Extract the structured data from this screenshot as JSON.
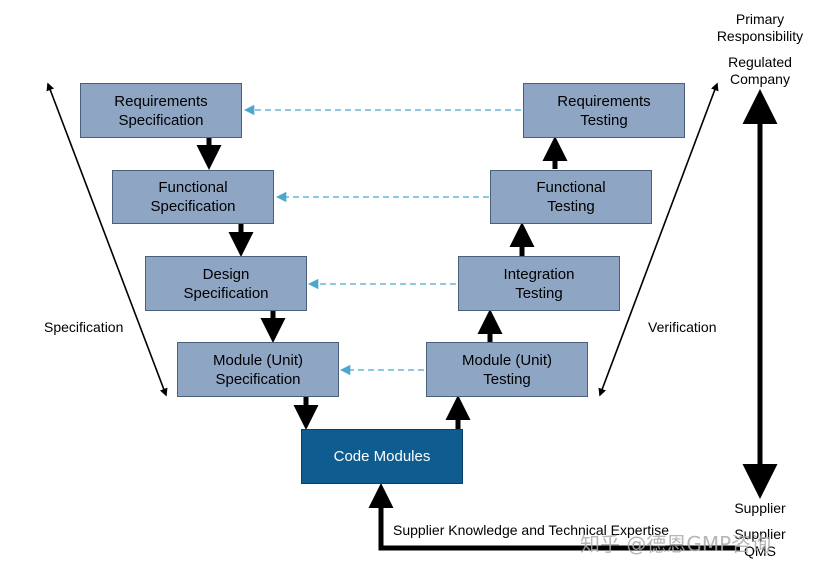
{
  "left_boxes": [
    {
      "label": "Requirements\nSpecification"
    },
    {
      "label": "Functional\nSpecification"
    },
    {
      "label": "Design\nSpecification"
    },
    {
      "label": "Module (Unit)\nSpecification"
    }
  ],
  "right_boxes": [
    {
      "label": "Requirements\nTesting"
    },
    {
      "label": "Functional\nTesting"
    },
    {
      "label": "Integration\nTesting"
    },
    {
      "label": "Module (Unit)\nTesting"
    }
  ],
  "center_box": {
    "label": "Code Modules"
  },
  "side_labels": {
    "specification": "Specification",
    "verification": "Verification"
  },
  "responsibility": {
    "header": "Primary\nResponsibility",
    "top": "Regulated\nCompany",
    "bottom": "Supplier",
    "qms": "Supplier\nQMS"
  },
  "bottom_label": "Supplier Knowledge and Technical Expertise",
  "watermark": "知乎 @德恩GMP咨询",
  "colors": {
    "box_fill": "#8ea6c4",
    "code_box_fill": "#0f5c91",
    "dashed_arrow": "#4aa8d0"
  }
}
